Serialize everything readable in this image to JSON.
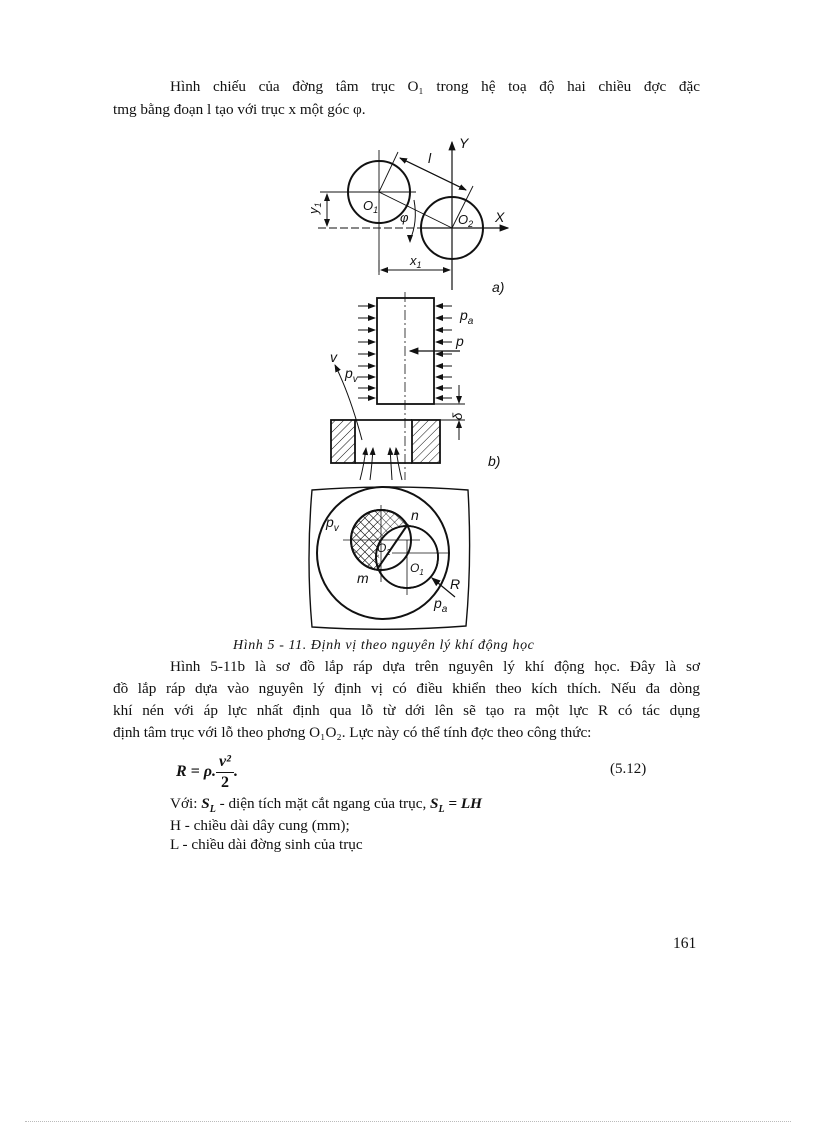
{
  "paragraph1": {
    "line1": "Hình chiếu của đờng   tâm trục O₁ trong hệ toạ độ hai chiều đợc   đặc",
    "line2": "tmg   bằng đoạn l tạo với trục x một góc φ."
  },
  "figure": {
    "caption": "Hình 5 - 11. Định vị theo nguyên lý khí động học",
    "part_a": {
      "label": "a)",
      "labels": {
        "y_axis": "Y",
        "x_axis": "X",
        "o1": "O1",
        "o2": "O2",
        "l": "l",
        "phi": "φ",
        "y1": "y1",
        "x1": "x1"
      }
    },
    "part_b": {
      "label": "b)",
      "labels": {
        "pa": "pa",
        "p": "p",
        "pv": "pv",
        "v": "v",
        "delta": "δ"
      }
    },
    "part_c": {
      "labels": {
        "pv": "pv",
        "n": "n",
        "o2": "O2",
        "o1": "O1",
        "m": "m",
        "r": "R",
        "pa": "pa"
      }
    }
  },
  "paragraph2": {
    "line1": "Hình 5-11b là sơ đồ lắp ráp dựa trên nguyên lý khí động học. Đây là sơ",
    "line2": "đồ lắp ráp dựa vào nguyên lý định vị có điều khiển theo kích thích. Nếu đa   dòng",
    "line3": "khí nén với áp lực nhất định qua lỗ từ dới   lên sẽ tạo ra một lực R có tác dụng",
    "line4": "định tâm trục với lỗ theo phơng   O₁O₂. Lực này có thể tính đợc   theo công thức:"
  },
  "formula": {
    "lhs": "R = ρ.",
    "numerator": "v²",
    "denominator": "2",
    "tail": ".",
    "number": "(5.12)"
  },
  "definitions": {
    "with_label": "Với: ",
    "sl_symbol": "S",
    "sl_sub": "L",
    "sl_desc": " - diện tích mặt cắt ngang của trục, ",
    "sl_eq": " = LH",
    "h_line": "H - chiều dài dây cung (mm);",
    "l_line": "L - chiều dài đờng   sinh của trục"
  },
  "page_number": "161"
}
